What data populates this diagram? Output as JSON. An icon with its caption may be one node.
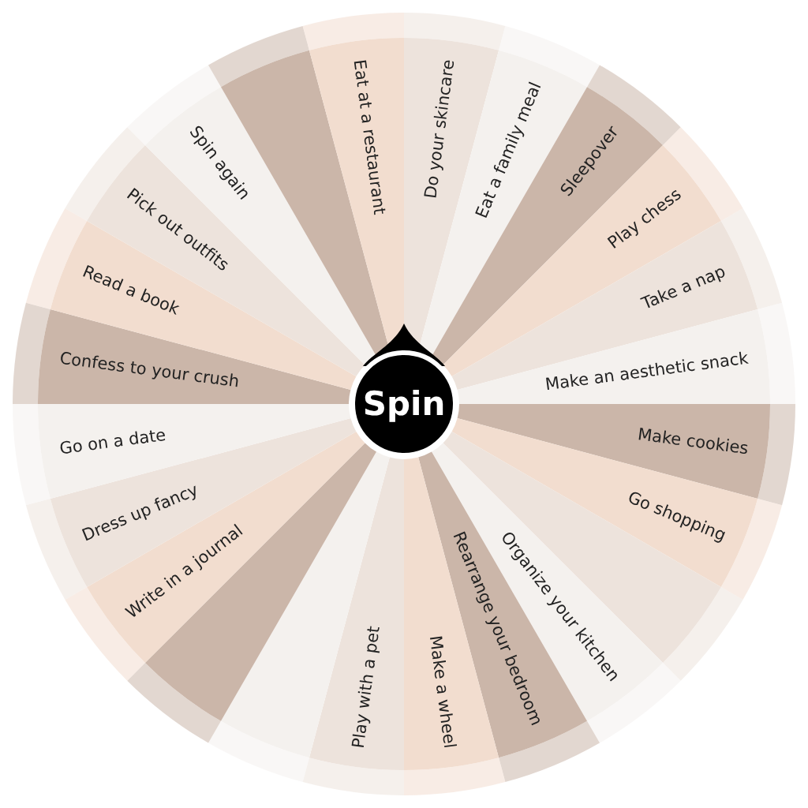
{
  "diagram": {
    "nodes": [
      {
        "text": [
          "Do your skincare"
        ]
      },
      {
        "text": [
          "Eat a family meal"
        ]
      },
      {
        "text": [
          "Sleepover"
        ]
      },
      {
        "text": [
          "Play chess"
        ]
      },
      {
        "text": [
          "Take a nap"
        ]
      },
      {
        "text": [
          "Make an aesthetic snack"
        ]
      },
      {
        "text": [
          "Make cookies"
        ]
      },
      {
        "text": [
          "Go shopping"
        ]
      },
      {
        "text": [],
        "shape": "wedge"
      },
      {
        "text": [
          "Organize your kitchen"
        ]
      },
      {
        "text": [
          "Rearrange your bedroom"
        ]
      },
      {
        "text": [
          "Make a wheel"
        ]
      },
      {
        "text": [
          "Play with a pet"
        ]
      },
      {
        "text": [],
        "shape": "wedge"
      },
      {
        "text": [],
        "shape": "wedge"
      },
      {
        "text": [
          "Write in a journal"
        ]
      },
      {
        "text": [
          "Dress up fancy"
        ]
      },
      {
        "text": [
          "Go on a date"
        ]
      },
      {
        "text": [
          "Confess to your crush"
        ]
      },
      {
        "text": [
          "Read a book"
        ]
      },
      {
        "text": [
          "Pick out outfits"
        ]
      },
      {
        "text": [
          "Spin again"
        ]
      },
      {
        "text": [],
        "shape": "wedge"
      },
      {
        "text": [
          "Eat at a restaurant"
        ]
      },
      {
        "text": [
          "Spin"
        ]
      }
    ]
  }
}
